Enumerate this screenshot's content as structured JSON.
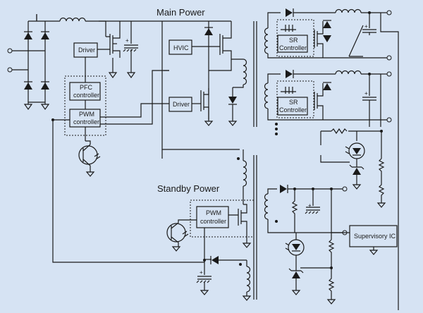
{
  "titles": {
    "main_power": "Main Power",
    "standby_power": "Standby Power"
  },
  "blocks": {
    "driver_top": "Driver",
    "hvic": "HVIC",
    "pfc_line1": "PFC",
    "pfc_line2": "controller",
    "pwm_line1": "PWM",
    "pwm_line2": "controller",
    "driver_mid": "Driver",
    "sr1_line1": "SR",
    "sr1_line2": "Controller",
    "sr2_line1": "SR",
    "sr2_line2": "Controller",
    "standby_pwm_line1": "PWM",
    "standby_pwm_line2": "controller",
    "supervisory": "Supervisory IC"
  },
  "colors": {
    "background": "#d6e3f3",
    "ink": "#1a1a1a"
  }
}
